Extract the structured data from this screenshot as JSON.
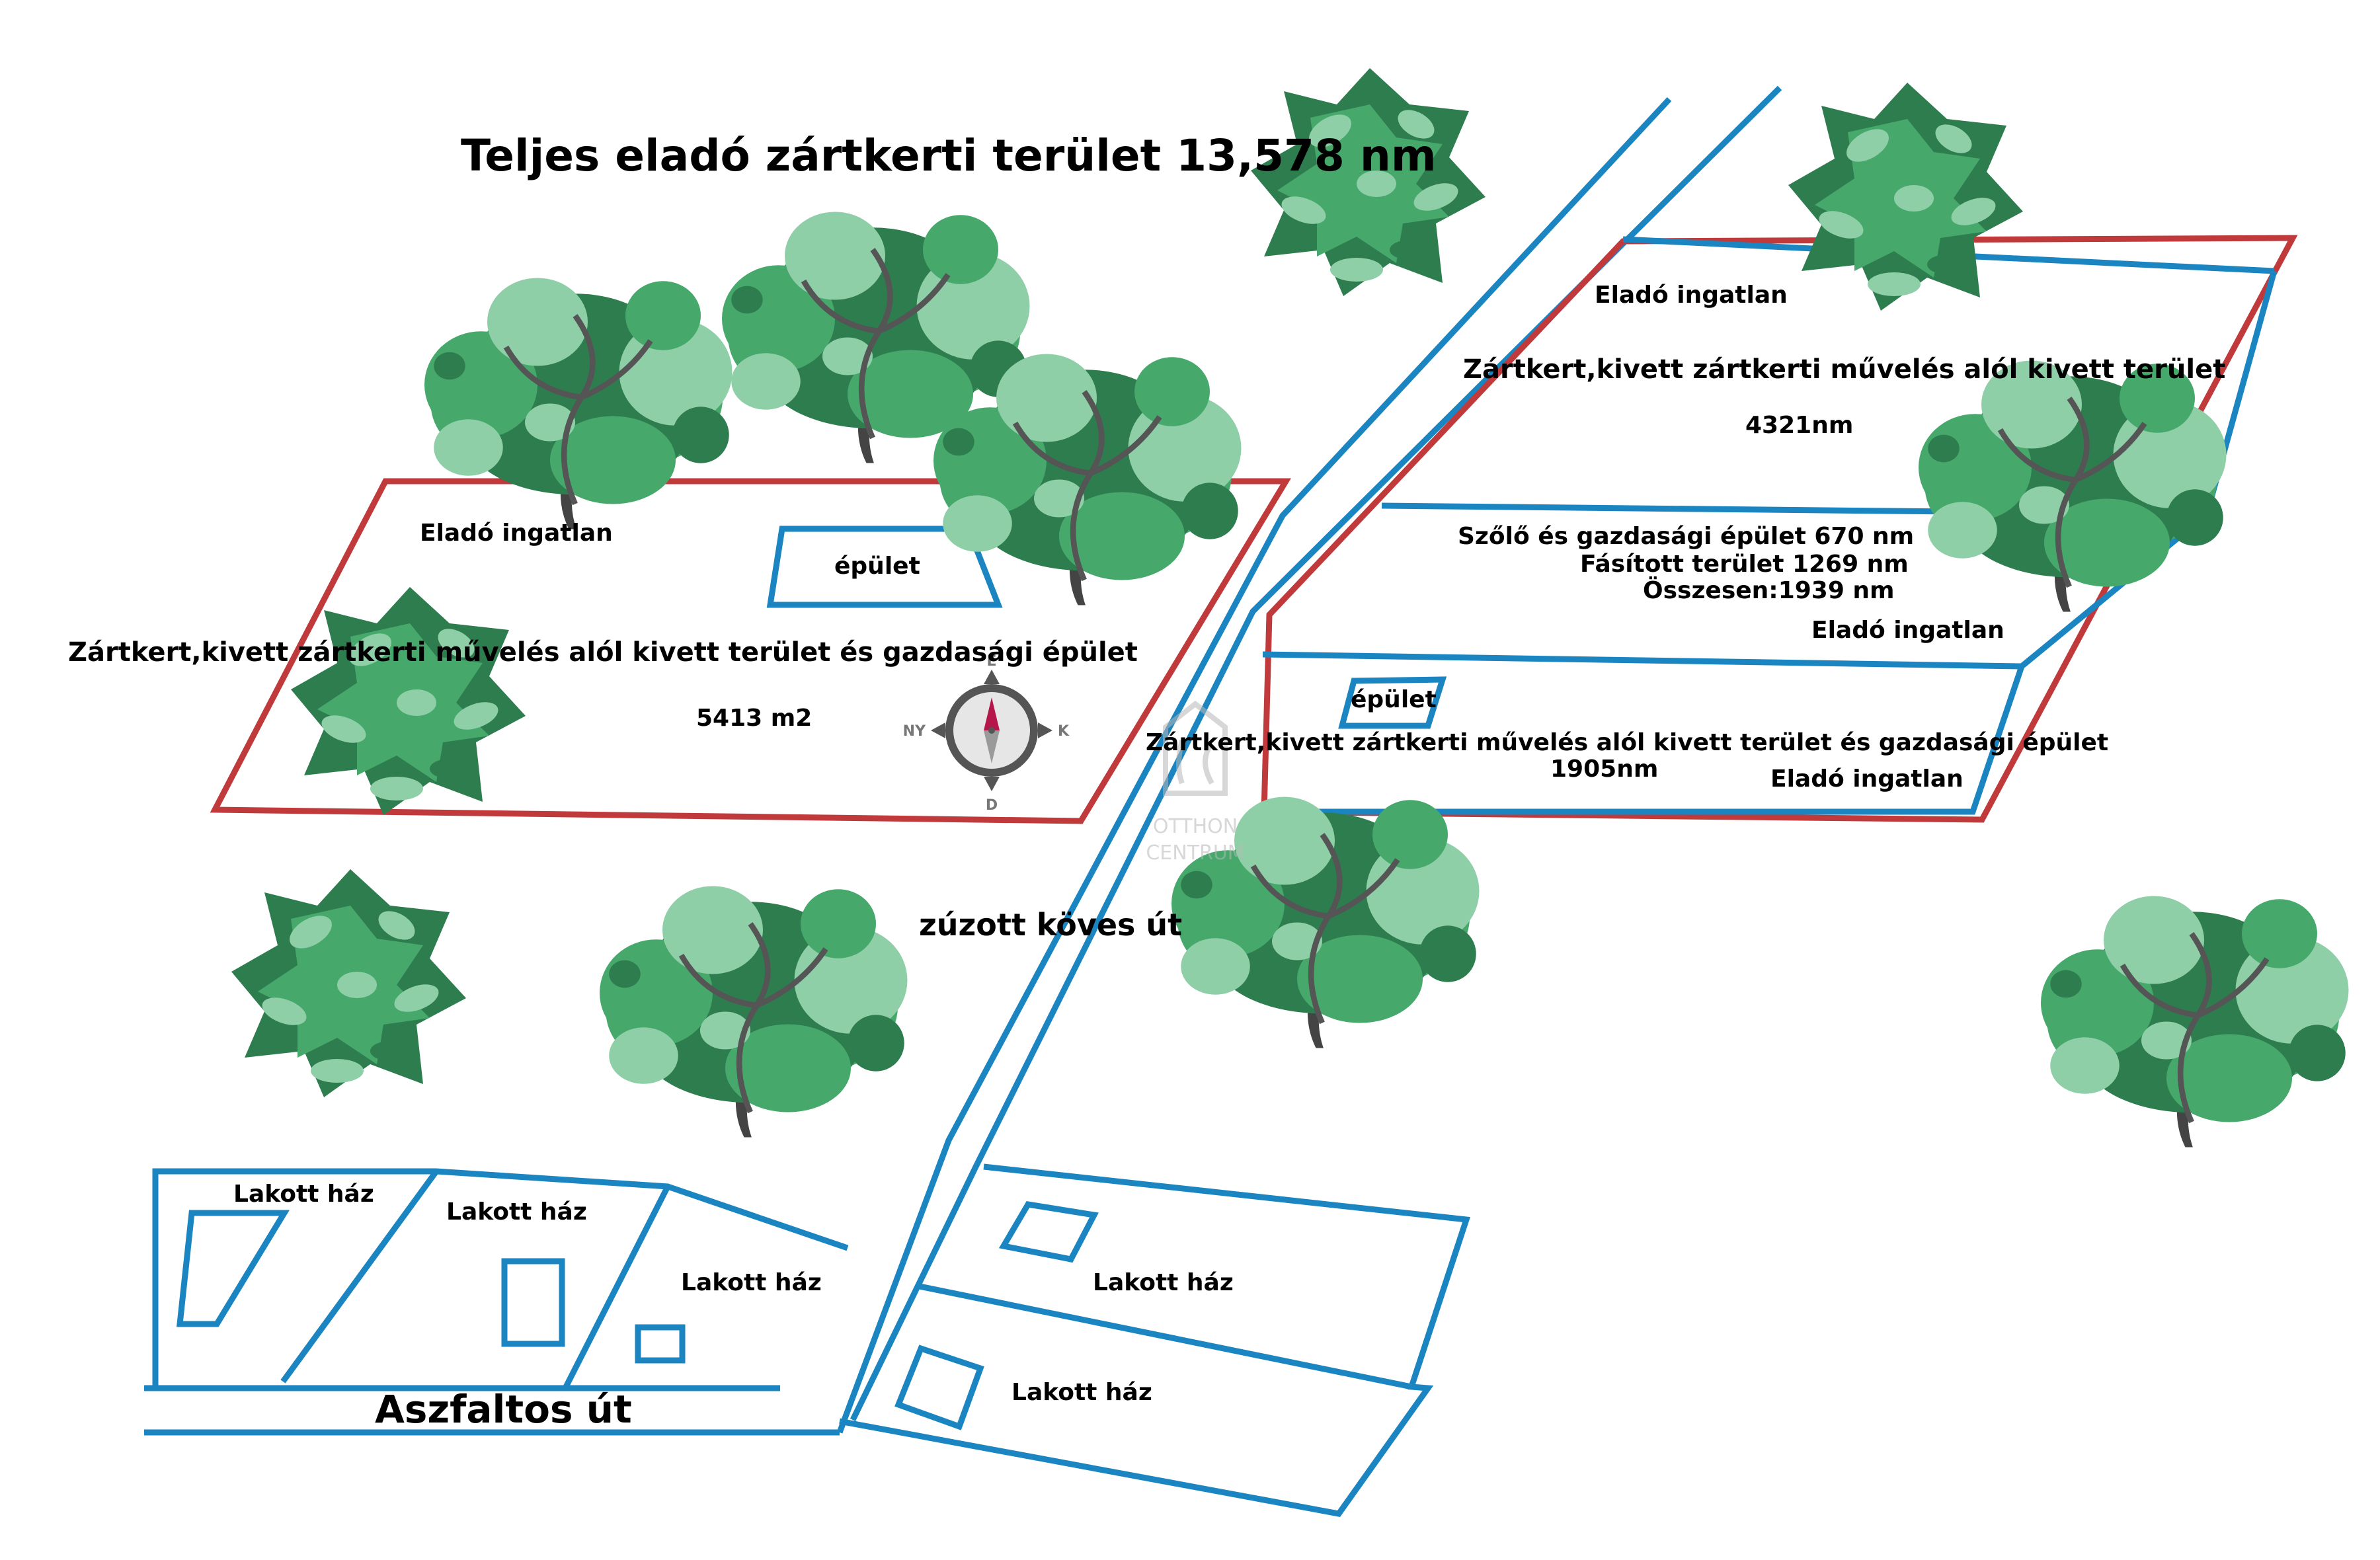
{
  "title": "Teljes eladó zártkerti terület 13,578 nm",
  "left_parcel": {
    "for_sale": "Eladó ingatlan",
    "building": "épület",
    "description": "Zártkert,kivett zártkerti művelés alól kivett terület és gazdasági épület",
    "area": "5413 m2"
  },
  "upper_right_parcel": {
    "for_sale": "Eladó ingatlan",
    "description": "Zártkert,kivett zártkerti művelés alól kivett terület",
    "area": "4321nm"
  },
  "middle_right_parcel": {
    "line1": "Szőlő és gazdasági épület 670 nm",
    "line2": "Fásított terület 1269 nm",
    "line3": "Összesen:1939 nm",
    "for_sale": "Eladó ingatlan"
  },
  "lower_right_parcel": {
    "building": "épület",
    "description": "Zártkert,kivett zártkerti művelés alól kivett terület és gazdasági épület",
    "area": "1905nm",
    "for_sale": "Eladó ingatlan"
  },
  "gravel_road": "zúzott köves út",
  "asphalt_road": "Aszfaltos út",
  "houses": [
    "Lakott ház",
    "Lakott ház",
    "Lakott ház",
    "Lakott ház",
    "Lakott ház"
  ],
  "compass": {
    "north": "É",
    "south": "D",
    "west": "NY",
    "east": "K"
  },
  "logo": {
    "line1": "OTTHON",
    "line2": "CENTRUM"
  },
  "colors": {
    "parcel_border": "#c0393b",
    "road_and_plot_lines": "#1a85c0",
    "tree_dark": "#2e7d4f",
    "tree_mid": "#46a96b",
    "tree_light": "#8fcfa8"
  }
}
